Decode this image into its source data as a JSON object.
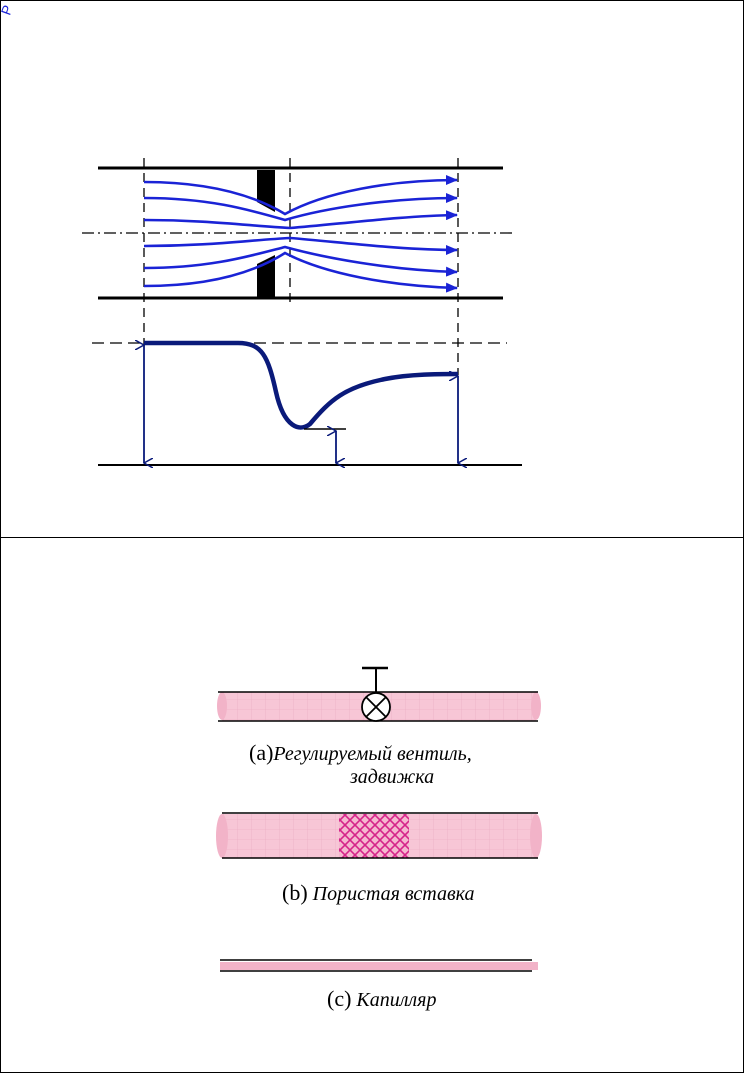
{
  "corner_mark": "P",
  "figure_top": {
    "colors": {
      "flow": "#1a23d6",
      "profile": "#0a1a7a",
      "plate": "#000000",
      "arrow": "#0a1a7a"
    }
  },
  "figure_bottom": {
    "pipe_fill": "#f7c6d6",
    "porous_color": "#d6248a",
    "captions": [
      {
        "letter": "(a)",
        "text": "Регулируемый вентиль,",
        "text2": "задвижка"
      },
      {
        "letter": "(b)",
        "text": "Пористая вставка"
      },
      {
        "letter": "(c)",
        "text": "Капилляр"
      }
    ]
  }
}
